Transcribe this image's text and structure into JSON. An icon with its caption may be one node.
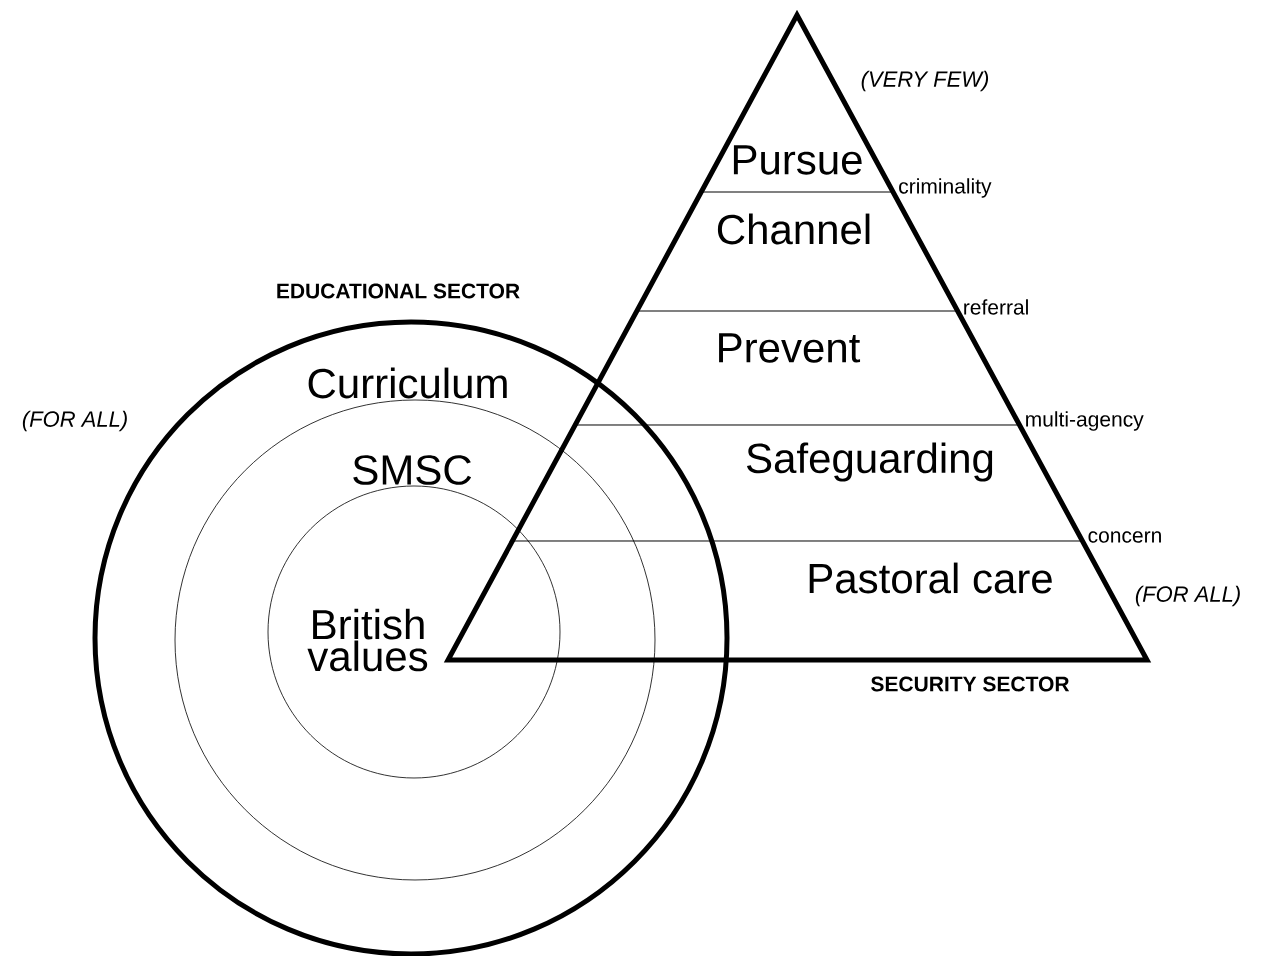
{
  "diagram": {
    "nodes": [
      {
        "text": [
          "EDUCATIONAL SECTOR",
          "Curriculum"
        ],
        "beside": [
          "(FOR ALL)"
        ]
      },
      {
        "text": [
          "SMSC"
        ],
        "in": 0
      },
      {
        "text": [
          "British values"
        ],
        "in": 1
      },
      {
        "text": [
          "SECURITY SECTOR"
        ],
        "beside": [
          "(VERY FEW)",
          "(FOR ALL)"
        ]
      },
      {
        "text": [
          "Pursue"
        ],
        "in": 3
      },
      {
        "text": [
          "Channel"
        ],
        "in": 3
      },
      {
        "text": [
          "Prevent"
        ],
        "in": 3
      },
      {
        "text": [
          "Safeguarding"
        ],
        "in": 3
      },
      {
        "text": [
          "Pastoral care"
        ],
        "in": 3
      }
    ],
    "labels": [
      "criminality",
      "referral",
      "multi-agency",
      "concern"
    ]
  }
}
